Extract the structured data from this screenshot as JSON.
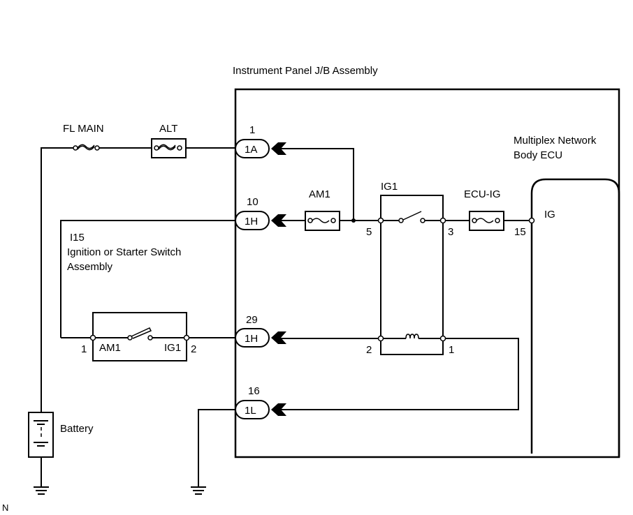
{
  "diagram": {
    "type": "wiring-diagram",
    "title": "Instrument Panel J/B Assembly",
    "ecu": {
      "name_line1": "Multiplex Network",
      "name_line2": "Body ECU",
      "pin_label": "IG",
      "pin": "15"
    },
    "fuses": {
      "fl_main": "FL MAIN",
      "alt": "ALT",
      "am1": "AM1",
      "ecu_ig": "ECU-IG"
    },
    "relay": {
      "name": "IG1",
      "pin_5": "5",
      "pin_3": "3",
      "pin_2": "2",
      "pin_1": "1"
    },
    "connectors": [
      {
        "pin": "1",
        "id": "1A"
      },
      {
        "pin": "10",
        "id": "1H"
      },
      {
        "pin": "29",
        "id": "1H"
      },
      {
        "pin": "16",
        "id": "1L"
      }
    ],
    "switch": {
      "code": "I15",
      "name_line1": "Ignition or Starter Switch",
      "name_line2": "Assembly",
      "left_label": "AM1",
      "right_label": "IG1",
      "pin_left": "1",
      "pin_right": "2"
    },
    "battery": "Battery",
    "corner_mark": "N"
  }
}
